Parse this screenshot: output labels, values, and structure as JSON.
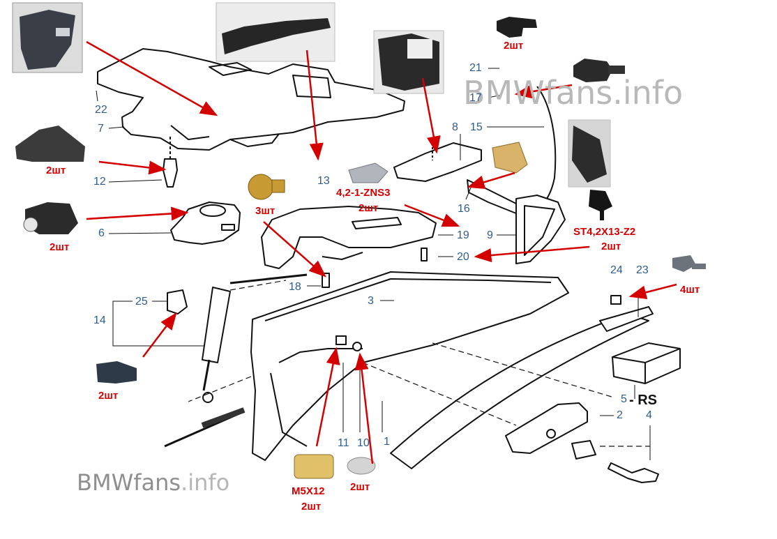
{
  "watermarks": {
    "top": "BMWfans.info",
    "bottom_brand": "BMWfans",
    "bottom_suffix": ".info"
  },
  "part_numbers": {
    "p1": "1",
    "p2": "2",
    "p3": "3",
    "p4": "4",
    "p5": "5",
    "p6": "6",
    "p7": "7",
    "p8": "8",
    "p9": "9",
    "p10": "10",
    "p11": "11",
    "p12": "12",
    "p13": "13",
    "p14": "14",
    "p15": "15",
    "p16": "16",
    "p17": "17",
    "p18": "18",
    "p19": "19",
    "p20": "20",
    "p21": "21",
    "p22": "22",
    "p23": "23",
    "p24": "24",
    "p25": "25"
  },
  "rs_label": "- RS",
  "annotations": {
    "top_clip_qty": "2шт",
    "grommet_qty": "2шт",
    "light_qty": "2шт",
    "bolt_qty": "3шт",
    "nut_code": "4,2-1-ZNS3",
    "nut_qty": "2шт",
    "screw_code": "ST4,2X13-Z2",
    "screw_qty": "2шт",
    "small_screw_qty": "4шт",
    "clip_qty": "2шт",
    "bolt2_code": "M5X12",
    "bolt2_qty": "2шт",
    "washer_qty": "2шт"
  }
}
